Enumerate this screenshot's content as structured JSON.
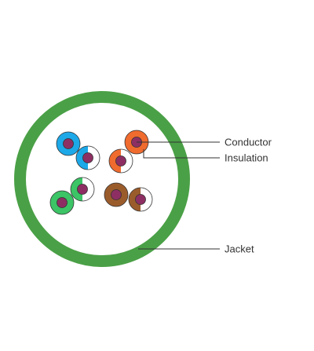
{
  "colors": {
    "jacket": "#4aa046",
    "conductor": "#8e2f63",
    "outline": "#333333",
    "insulation_white": "#ffffff",
    "pair_blue": "#1da8e8",
    "pair_orange": "#f06b2e",
    "pair_green": "#3cc466",
    "pair_brown": "#9b5c2c"
  },
  "pairs": [
    {
      "name": "blue",
      "color_key": "pair_blue"
    },
    {
      "name": "orange",
      "color_key": "pair_orange"
    },
    {
      "name": "green",
      "color_key": "pair_green"
    },
    {
      "name": "brown",
      "color_key": "pair_brown"
    }
  ],
  "labels": {
    "conductor": "Conductor",
    "insulation": "Insulation",
    "jacket": "Jacket"
  }
}
